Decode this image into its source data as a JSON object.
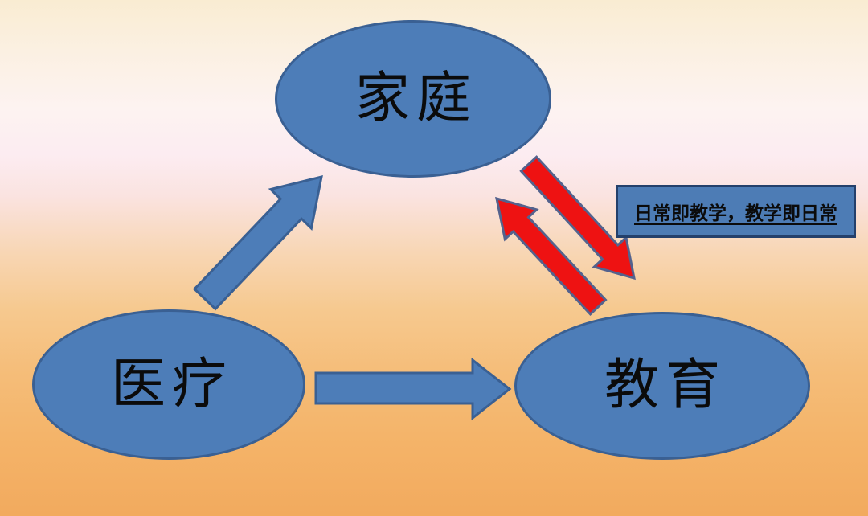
{
  "diagram": {
    "title": "family-medical-education relationship diagram",
    "nodes": [
      {
        "id": "family",
        "label": "家庭"
      },
      {
        "id": "medical",
        "label": "医疗"
      },
      {
        "id": "education",
        "label": "教育"
      }
    ],
    "annotation": {
      "label": "日常即教学，教学即日常",
      "underlined": true
    },
    "arrows": [
      {
        "id": "medical-to-family",
        "style": "blue",
        "direction": "up-right"
      },
      {
        "id": "medical-to-education",
        "style": "blue",
        "direction": "right"
      },
      {
        "id": "education-to-family",
        "style": "red",
        "direction": "up-left"
      },
      {
        "id": "family-to-education",
        "style": "red",
        "direction": "down-right"
      }
    ],
    "colors": {
      "node_fill": "#4d7db8",
      "node_border": "#3a6093",
      "arrow_blue_fill": "#4d7db8",
      "arrow_blue_stroke": "#3a6093",
      "arrow_red_fill": "#ee1212",
      "arrow_red_stroke": "#54628d",
      "annotation_fill": "#4d7cb5",
      "annotation_border": "#24406b",
      "text_color": "#0b0b0b",
      "background_top": "#f9ecd2",
      "background_middle": "#fcecf1",
      "background_bottom": "#f2aa5e"
    }
  }
}
